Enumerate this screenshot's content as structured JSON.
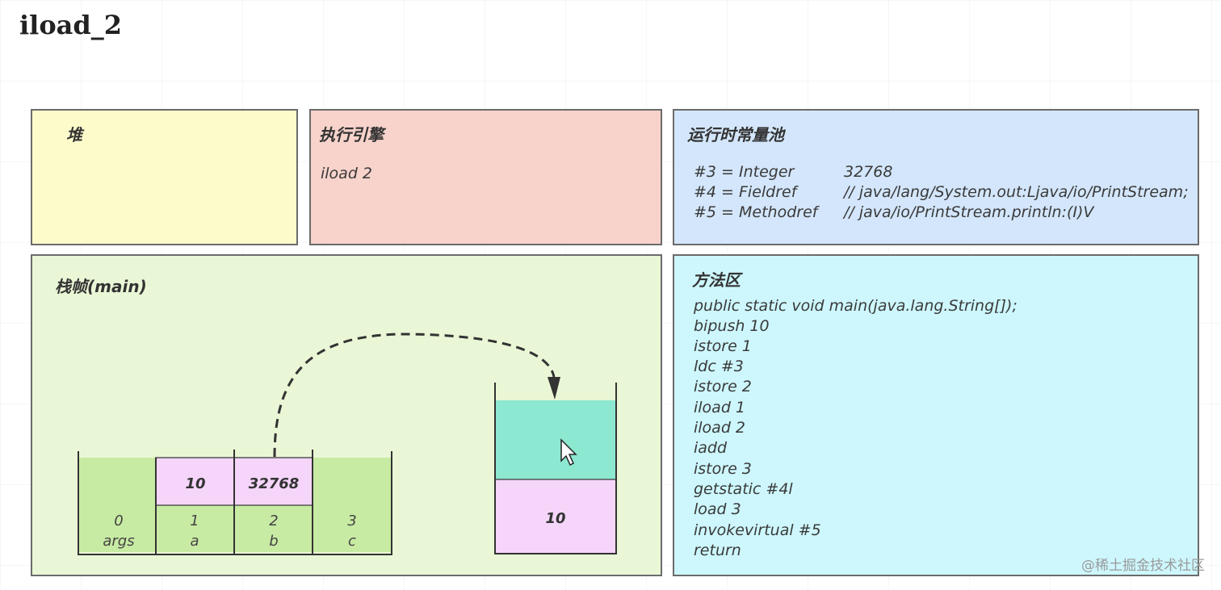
{
  "page_title": "iload_2",
  "heap": {
    "title": "堆"
  },
  "engine": {
    "title": "执行引擎",
    "instruction": "iload 2"
  },
  "pool": {
    "title": "运行时常量池",
    "entries": [
      {
        "ref": "#3 = Integer",
        "value": "32768"
      },
      {
        "ref": "#4 = Fieldref",
        "value": "// java/lang/System.out:Ljava/io/PrintStream;"
      },
      {
        "ref": "#5 = Methodref",
        "value": "// java/io/PrintStream.println:(I)V"
      }
    ]
  },
  "frame": {
    "title": "栈帧(main)",
    "locals": [
      {
        "index": "0",
        "name": "args",
        "value": ""
      },
      {
        "index": "1",
        "name": "a",
        "value": "10"
      },
      {
        "index": "2",
        "name": "b",
        "value": "32768"
      },
      {
        "index": "3",
        "name": "c",
        "value": ""
      }
    ],
    "operand_stack": {
      "top": "",
      "bottom": "10"
    }
  },
  "method": {
    "title": "方法区",
    "lines": [
      "public static void main(java.lang.String[]);",
      "bipush 10",
      "istore 1",
      "ldc #3",
      "istore 2",
      "iload 1",
      "iload 2",
      "iadd",
      "istore 3",
      "getstatic #4l",
      "load 3",
      "invokevirtual #5",
      "return"
    ]
  },
  "watermark": "@稀土掘金技术社区",
  "colors": {
    "heap_bg": "#fefbcb",
    "engine_bg": "#f7d3cb",
    "pool_bg": "#d3e6fb",
    "frame_bg": "#eaf7d6",
    "method_bg": "#cdf7fd",
    "local_slot_green": "#c8eba3",
    "value_pink": "#f5d5fa",
    "stack_top_teal": "#8ce8d0"
  },
  "icons": {
    "cursor": "mouse-pointer-icon",
    "arrow": "dashed-arc-arrow"
  }
}
